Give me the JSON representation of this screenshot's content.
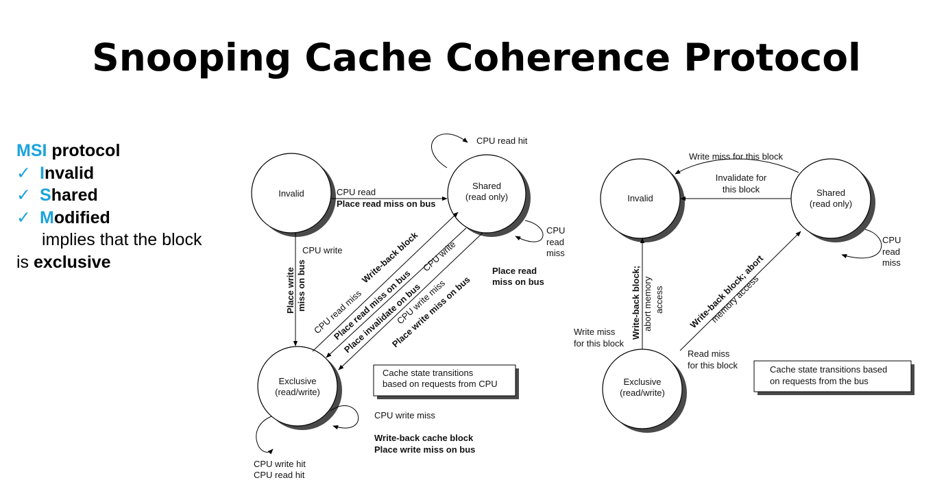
{
  "title": "Snooping Cache Coherence Protocol",
  "msi": {
    "heading_hl": "MSI",
    "heading_rest": " protocol",
    "check": "✓",
    "items": [
      {
        "initial": "I",
        "rest": "nvalid"
      },
      {
        "initial": "S",
        "rest": "hared"
      },
      {
        "initial": "M",
        "rest": "odified"
      }
    ],
    "note_line1": "implies that the block",
    "note_line2_pre": "is ",
    "note_line2_bold": "exclusive"
  },
  "cpu_diagram": {
    "states": {
      "invalid": {
        "label": "Invalid"
      },
      "shared": {
        "line1": "Shared",
        "line2": "(read only)"
      },
      "exclusive": {
        "line1": "Exclusive",
        "line2": "(read/write)"
      }
    },
    "labels": {
      "cpu_read_hit": "CPU read hit",
      "cpu_read": "CPU read",
      "place_read_miss_on_bus": "Place read miss on bus",
      "cpu_read_miss_right": [
        "CPU",
        "read",
        "miss"
      ],
      "place_read_miss_on_bus_right": [
        "Place read",
        "miss on bus"
      ],
      "cpu_write": "CPU write",
      "place_write_miss_on_bus_vert": [
        "Place write",
        "miss on bus"
      ],
      "cpu_read_miss_diag": "CPU read miss",
      "write_back_block": "Write-back block",
      "place_read_miss_diag": "Place read miss on bus",
      "place_invalidate_on_bus": "Place invalidate on bus",
      "cpu_write_diag": "CPU write",
      "cpu_write_miss_diag": "CPU write miss",
      "place_write_miss_diag": "Place write miss on bus",
      "cpu_write_miss": "CPU write miss",
      "write_back_cache_block": "Write-back cache block",
      "place_write_miss_on_bus": "Place write miss on bus",
      "cpu_write_hit": "CPU write hit",
      "cpu_read_hit_bottom": "CPU read hit"
    },
    "caption": [
      "Cache state transitions",
      "based on requests from CPU"
    ]
  },
  "bus_diagram": {
    "states": {
      "invalid": {
        "label": "Invalid"
      },
      "shared": {
        "line1": "Shared",
        "line2": "(read only)"
      },
      "exclusive": {
        "line1": "Exclusive",
        "line2": "(read/write)"
      }
    },
    "labels": {
      "write_miss_for_this_block_top": "Write miss for this block",
      "invalidate_for_this_block": [
        "Invalidate for",
        "this block"
      ],
      "cpu_read_miss_right": [
        "CPU",
        "read",
        "miss"
      ],
      "write_back_block_abort_vert": [
        "Write-back block;",
        "abort memory",
        "access"
      ],
      "write_miss_for_this_block_left": [
        "Write miss",
        "for this block"
      ],
      "write_back_block_abort_diag": [
        "Write-back block; abort",
        "memory access"
      ],
      "read_miss_for_this_block": [
        "Read miss",
        "for this block"
      ]
    },
    "caption": [
      "Cache state transitions based",
      "on requests from the bus"
    ]
  }
}
